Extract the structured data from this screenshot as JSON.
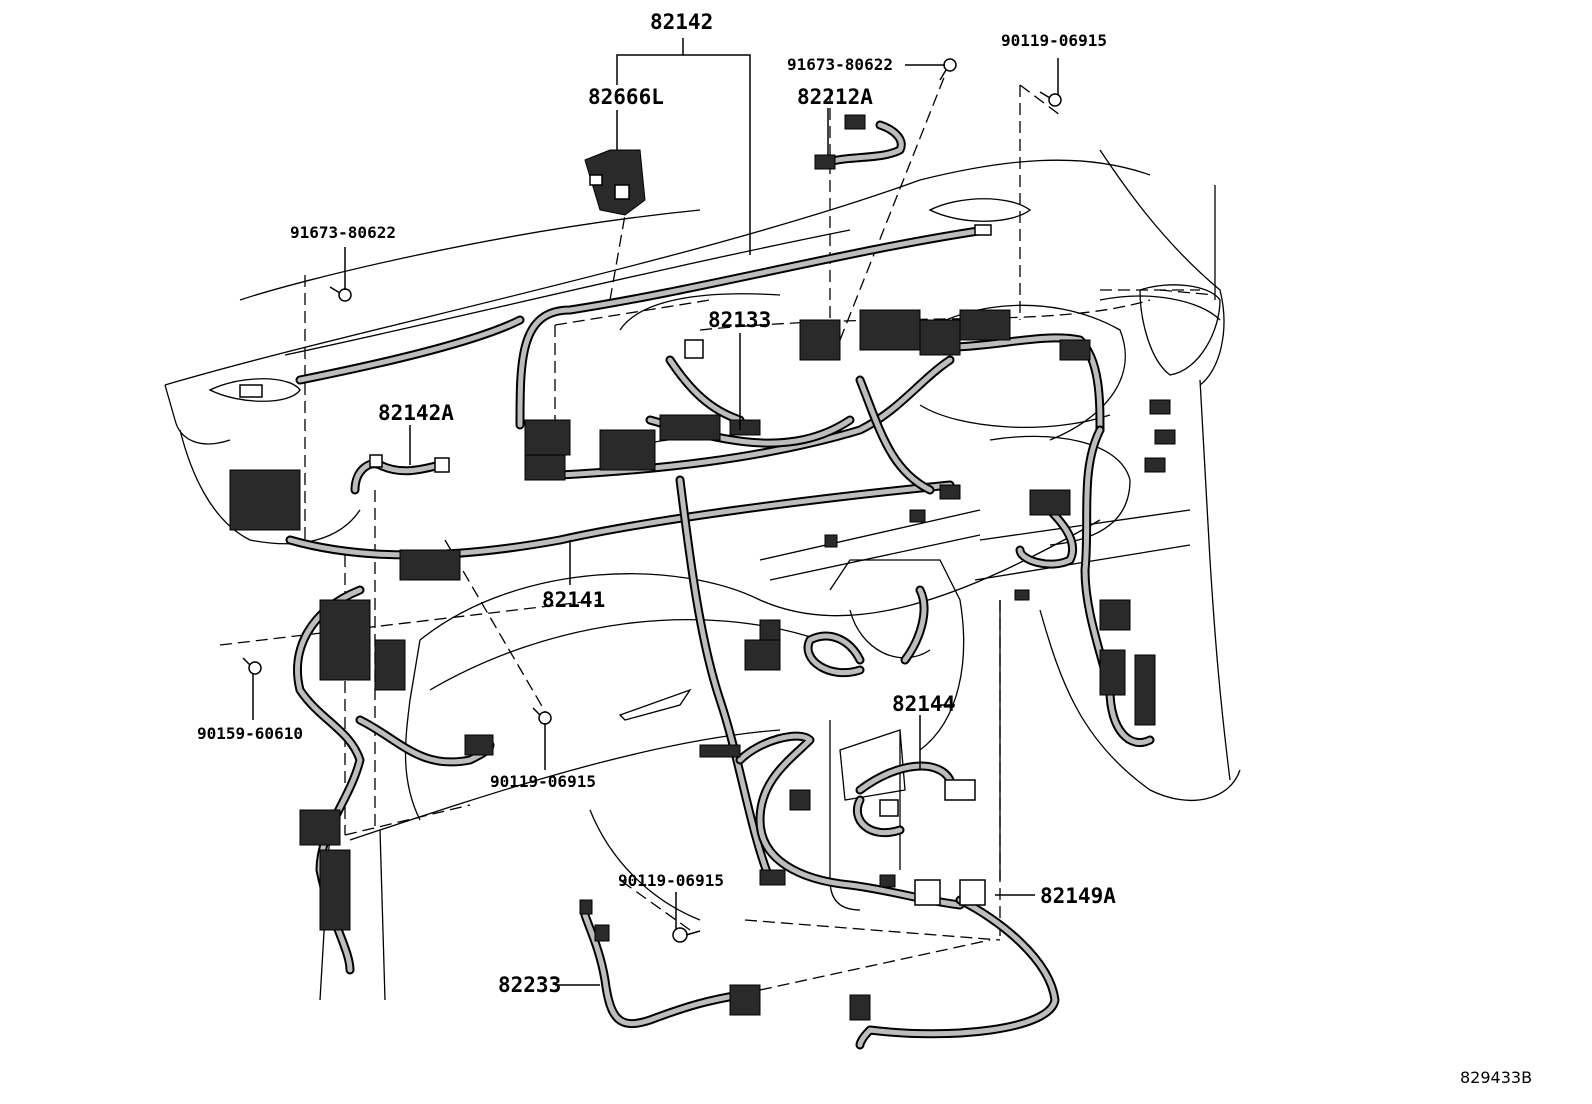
{
  "figure_id": "829433B",
  "callouts": {
    "p82142": "82142",
    "p82666L": "82666L",
    "p91673_top": "91673-80622",
    "p82212A": "82212A",
    "p90119_topright": "90119-06915",
    "p91673_left": "91673-80622",
    "p82133": "82133",
    "p82142A": "82142A",
    "p82141": "82141",
    "p90159": "90159-60610",
    "p90119_mid": "90119-06915",
    "p82144": "82144",
    "p90119_bottom": "90119-06915",
    "p82149A": "82149A",
    "p82233": "82233"
  },
  "icons": {
    "bolt": "bolt-icon",
    "connector": "connector-icon",
    "relay": "relay-block-icon"
  }
}
